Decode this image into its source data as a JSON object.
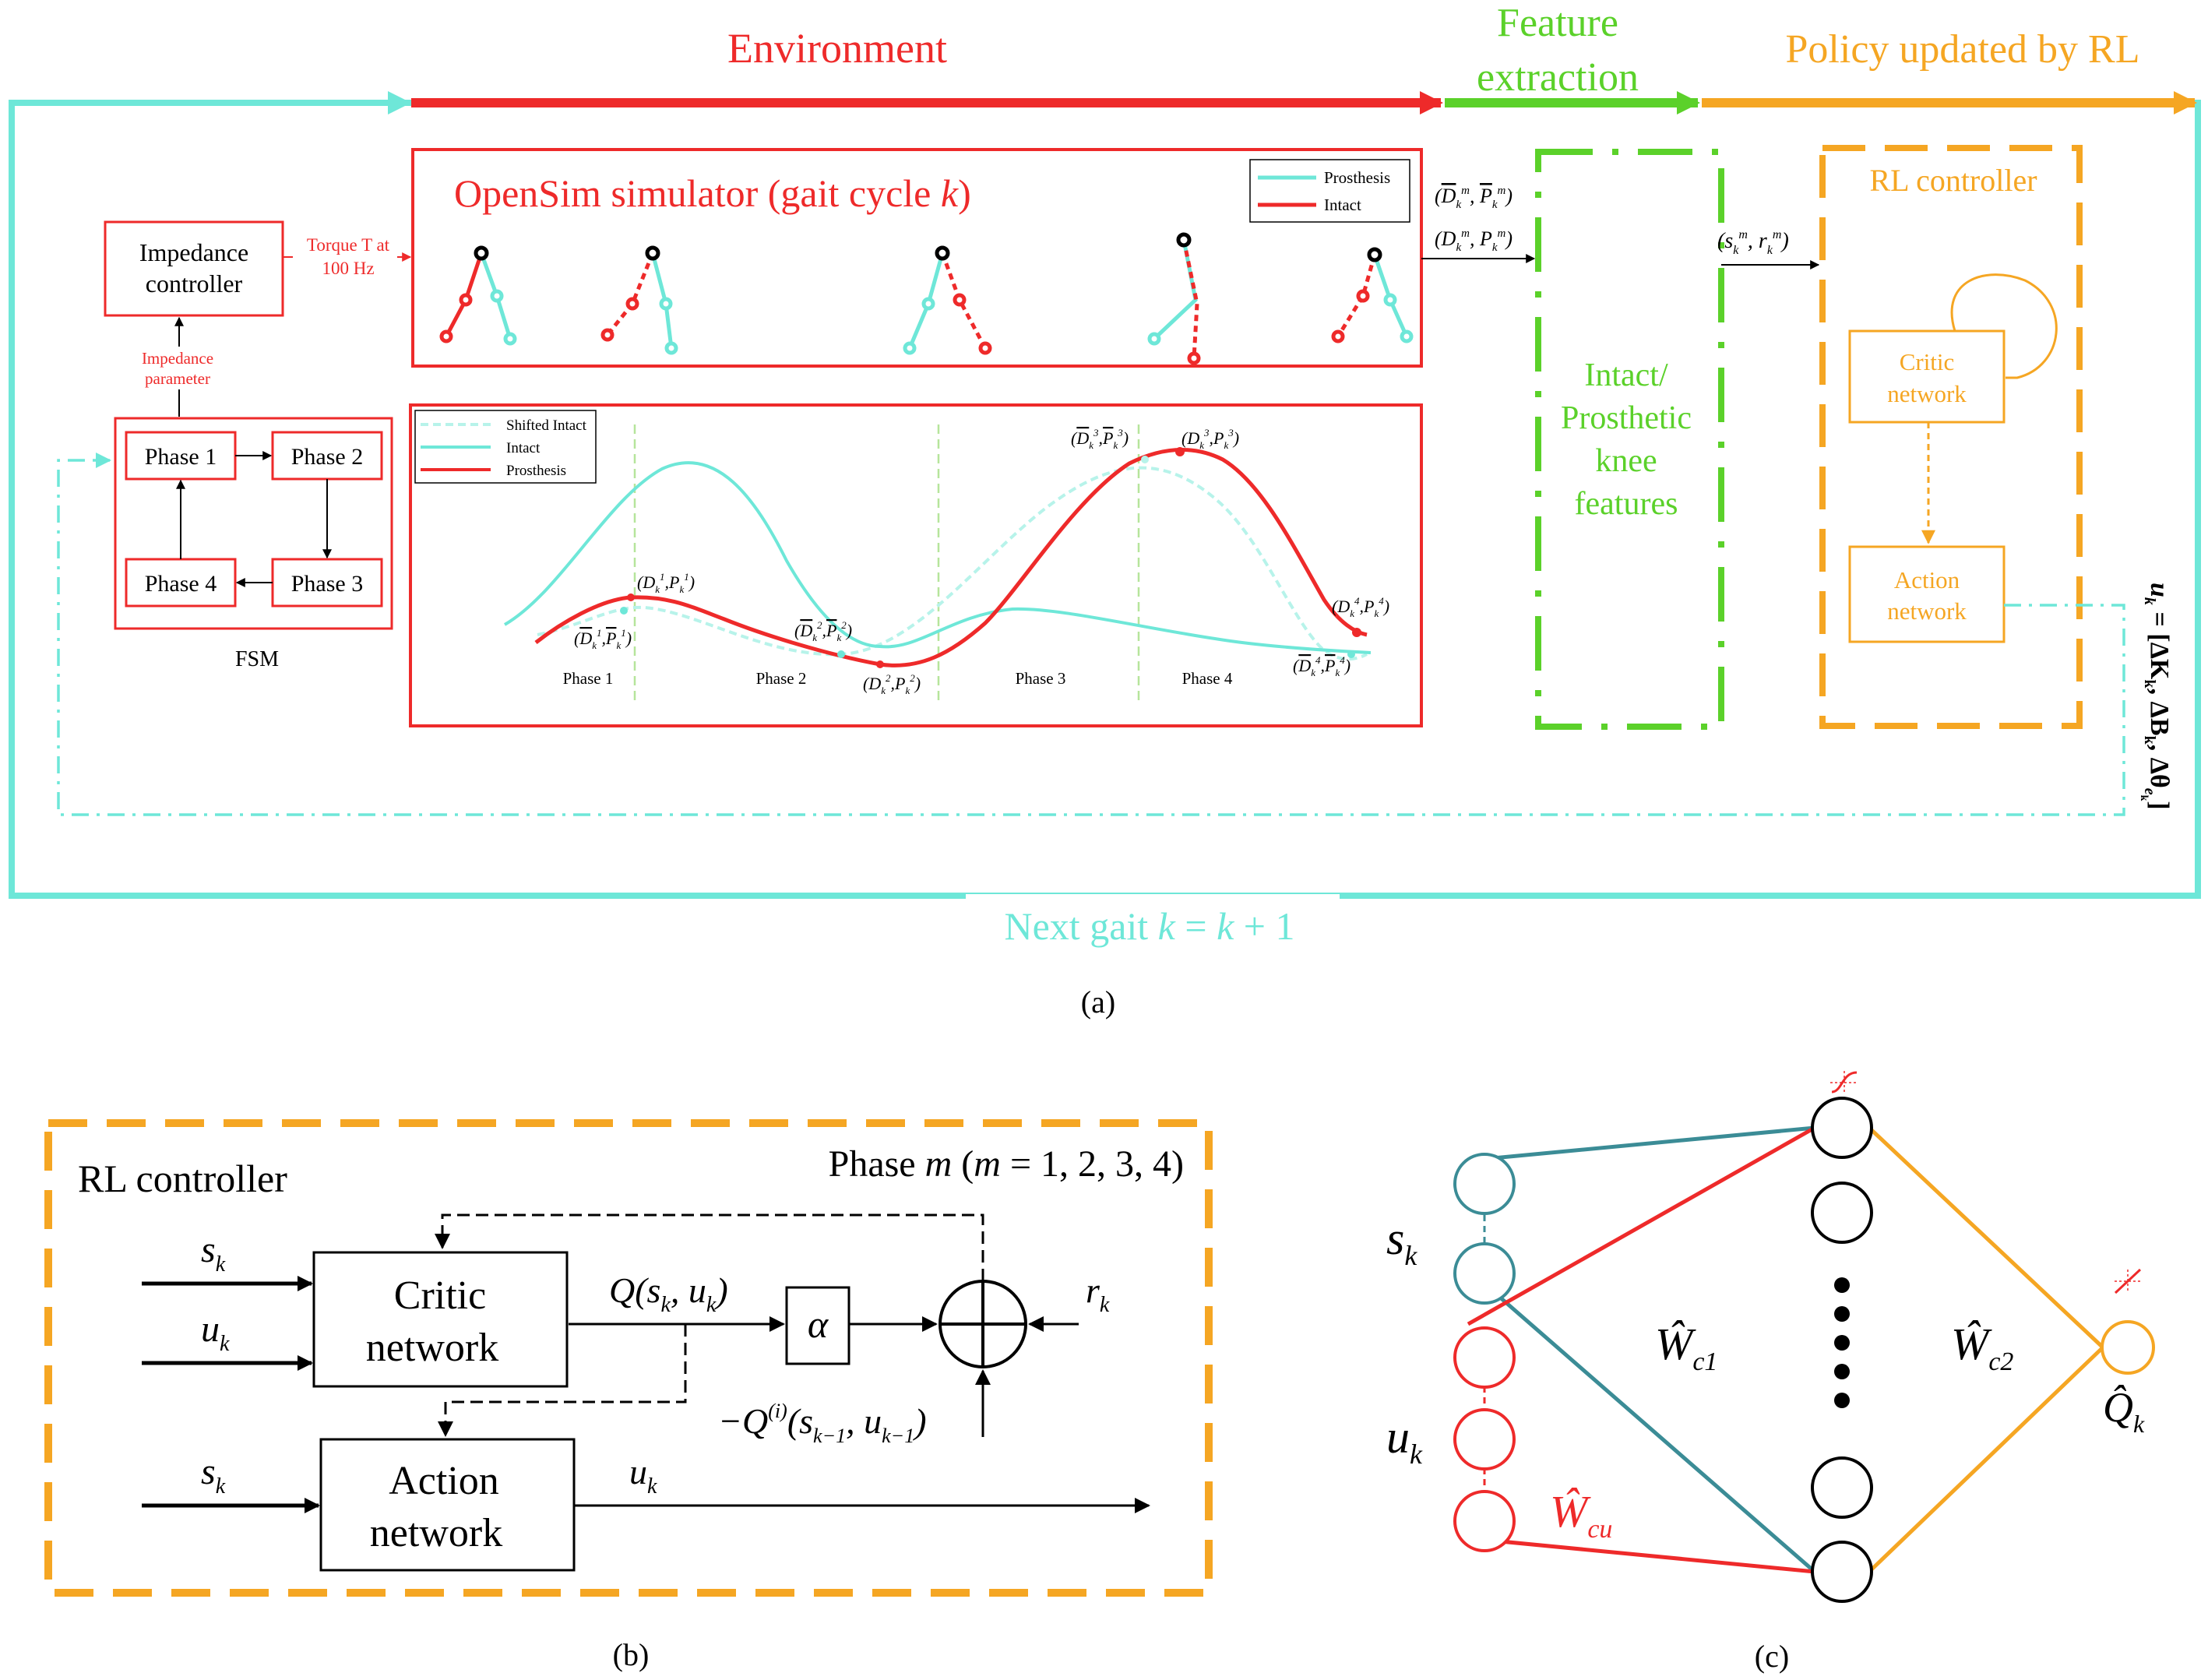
{
  "colors": {
    "cyan": "#6EE7D8",
    "red": "#EE2A2A",
    "green": "#5BD12A",
    "orange": "#F5A623",
    "teal": "#3B8C96",
    "black": "#000000"
  },
  "panel_a": {
    "label": "(a)",
    "header": {
      "environment": "Environment",
      "feature_line1": "Feature",
      "feature_line2": "extraction",
      "policy": "Policy updated by RL"
    },
    "impedance_controller": {
      "line1": "Impedance",
      "line2": "controller"
    },
    "torque_label": {
      "line1": "Torque T at",
      "line2": "100 Hz"
    },
    "impedance_param": {
      "line1": "Impedance",
      "line2": "parameter"
    },
    "fsm": {
      "phase1": "Phase 1",
      "phase2": "Phase 2",
      "phase3": "Phase 3",
      "phase4": "Phase 4",
      "label": "FSM"
    },
    "opensim": {
      "title_pre": "OpenSim  simulator (gait cycle ",
      "title_var": "k",
      "title_post": ")",
      "legend_prosthesis": "Prosthesis",
      "legend_intact": "Intact"
    },
    "features_plot": {
      "legend_shifted": "Shifted Intact",
      "legend_intact": "Intact",
      "legend_prosthesis": "Prosthesis",
      "phases": [
        "Phase 1",
        "Phase 2",
        "Phase 3",
        "Phase 4"
      ],
      "point_D": "D",
      "point_P": "P",
      "point_sub": "k",
      "point_sups": [
        "1",
        "2",
        "3",
        "4"
      ]
    },
    "mid_labels": {
      "D": "D",
      "P": "P",
      "s": "s",
      "r": "r",
      "sub_k": "k",
      "sup_m": "m"
    },
    "intact_features": {
      "line1": "Intact/",
      "line2": "Prosthetic",
      "line3": "knee",
      "line4": "features"
    },
    "rl_controller": {
      "title": "RL controller",
      "critic_line1": "Critic",
      "critic_line2": "network",
      "action_line1": "Action",
      "action_line2": "network"
    },
    "vertical_eq": {
      "u": "u",
      "k": "k",
      "eq": " = [ΔK",
      "sep1": ", ΔB",
      "sep2": ", Δθ",
      "e": "e",
      "close": "]"
    },
    "next_gait": {
      "text": "Next gait ",
      "k1": "k",
      "eq": " = ",
      "k2": "k",
      "tail": " + 1"
    }
  },
  "panel_b": {
    "label": "(b)",
    "title": "RL controller",
    "phase_text_pre": "Phase ",
    "phase_m1": "m",
    "phase_mid": " (",
    "phase_m2": "m",
    "phase_post": " = 1, 2, 3, 4)",
    "s": "s",
    "u": "u",
    "r": "r",
    "k": "k",
    "critic_line1": "Critic",
    "critic_line2": "network",
    "action_line1": "Action",
    "action_line2": "network",
    "q_label_pre": "Q(s",
    "q_label_mid": ", u",
    "q_label_post": ")",
    "alpha": "α",
    "neg_q_pre": "−Q",
    "neg_q_sup": "(i)",
    "neg_q_a": "(s",
    "neg_q_sub1": "k−1",
    "neg_q_b": ", u",
    "neg_q_sub2": "k−1",
    "neg_q_c": ")"
  },
  "panel_c": {
    "label": "(c)",
    "s": "s",
    "u": "u",
    "k": "k",
    "W": "Ŵ",
    "c1": "c1",
    "c2": "c2",
    "cu": "cu",
    "Q": "Q̂"
  }
}
